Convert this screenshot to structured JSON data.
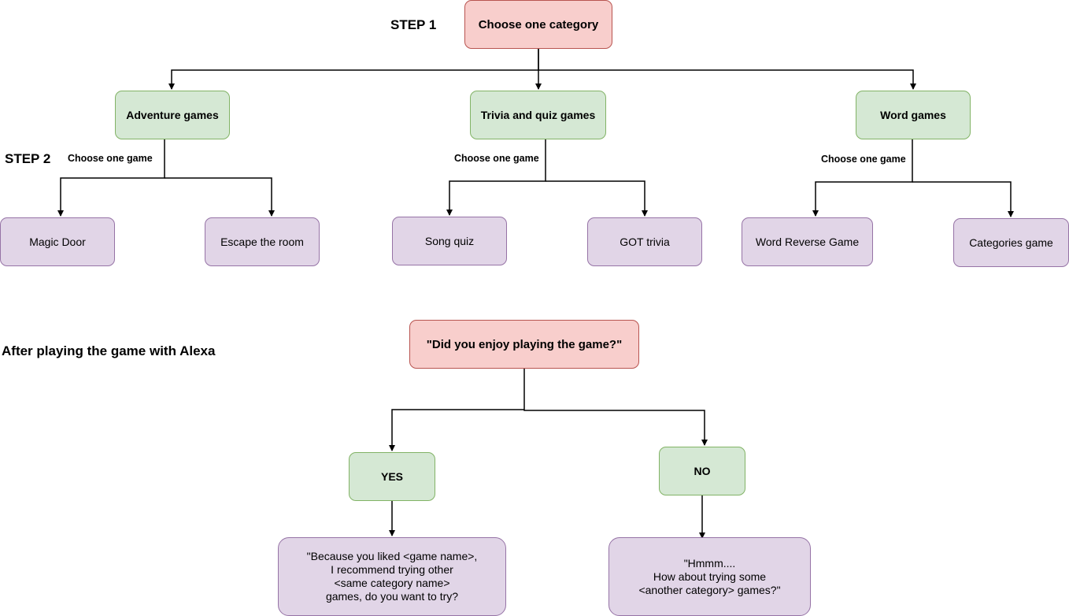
{
  "labels": {
    "step1": "STEP 1",
    "step2": "STEP 2",
    "after": "After playing the game with Alexa",
    "choose_game_adventure": "Choose one game",
    "choose_game_trivia": "Choose one game",
    "choose_game_word": "Choose one game"
  },
  "nodes": {
    "root": "Choose one category",
    "adventure": "Adventure games",
    "trivia": "Trivia and quiz games",
    "word": "Word games",
    "magic_door": "Magic Door",
    "escape_room": "Escape the room",
    "song_quiz": "Song quiz",
    "got_trivia": "GOT trivia",
    "word_reverse": "Word Reverse Game",
    "categories_game": "Categories game",
    "question": "\"Did you enjoy playing the game?\"",
    "yes": "YES",
    "no": "NO",
    "yes_response": "\"Because you liked <game name>,\nI recommend trying other\n<same category name>\ngames, do you want to try?",
    "no_response": "\"Hmmm....\nHow about trying some\n<another category> games?\""
  },
  "colors": {
    "decision_fill": "#f8cecc",
    "decision_border": "#b85450",
    "category_fill": "#d5e8d4",
    "category_border": "#82b366",
    "game_fill": "#e1d5e7",
    "game_border": "#9673a6",
    "connector": "#000000"
  }
}
